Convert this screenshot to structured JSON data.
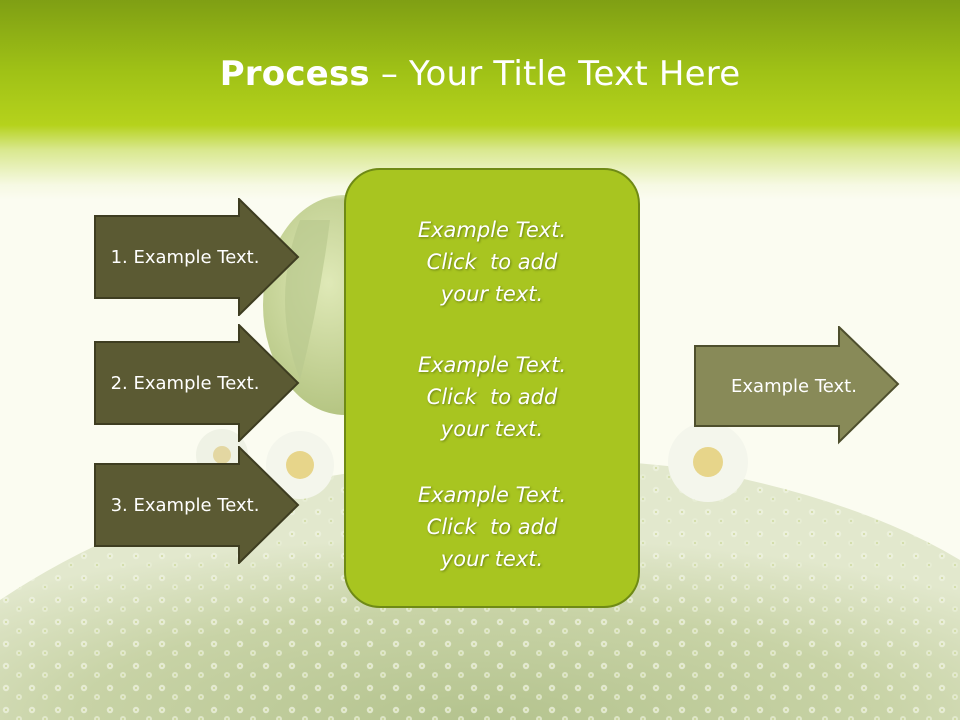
{
  "slide": {
    "title_bold": "Process",
    "title_rest": " – Your Title Text Here"
  },
  "left_arrows": [
    {
      "label": "1. Example Text."
    },
    {
      "label": "2. Example Text."
    },
    {
      "label": "3. Example Text."
    }
  ],
  "center_box": {
    "blocks": [
      {
        "lines": [
          "Example Text.",
          "Click  to add",
          "your text."
        ]
      },
      {
        "lines": [
          "Example Text.",
          "Click  to add",
          "your text."
        ]
      },
      {
        "lines": [
          "Example Text.",
          "Click  to add",
          "your text."
        ]
      }
    ]
  },
  "right_arrow": {
    "label": "Example Text."
  },
  "colors": {
    "header_green": "#9fc116",
    "center_box_fill": "#a8c520",
    "left_arrow_fill": "#5b5a33",
    "right_arrow_fill": "#888a58"
  }
}
